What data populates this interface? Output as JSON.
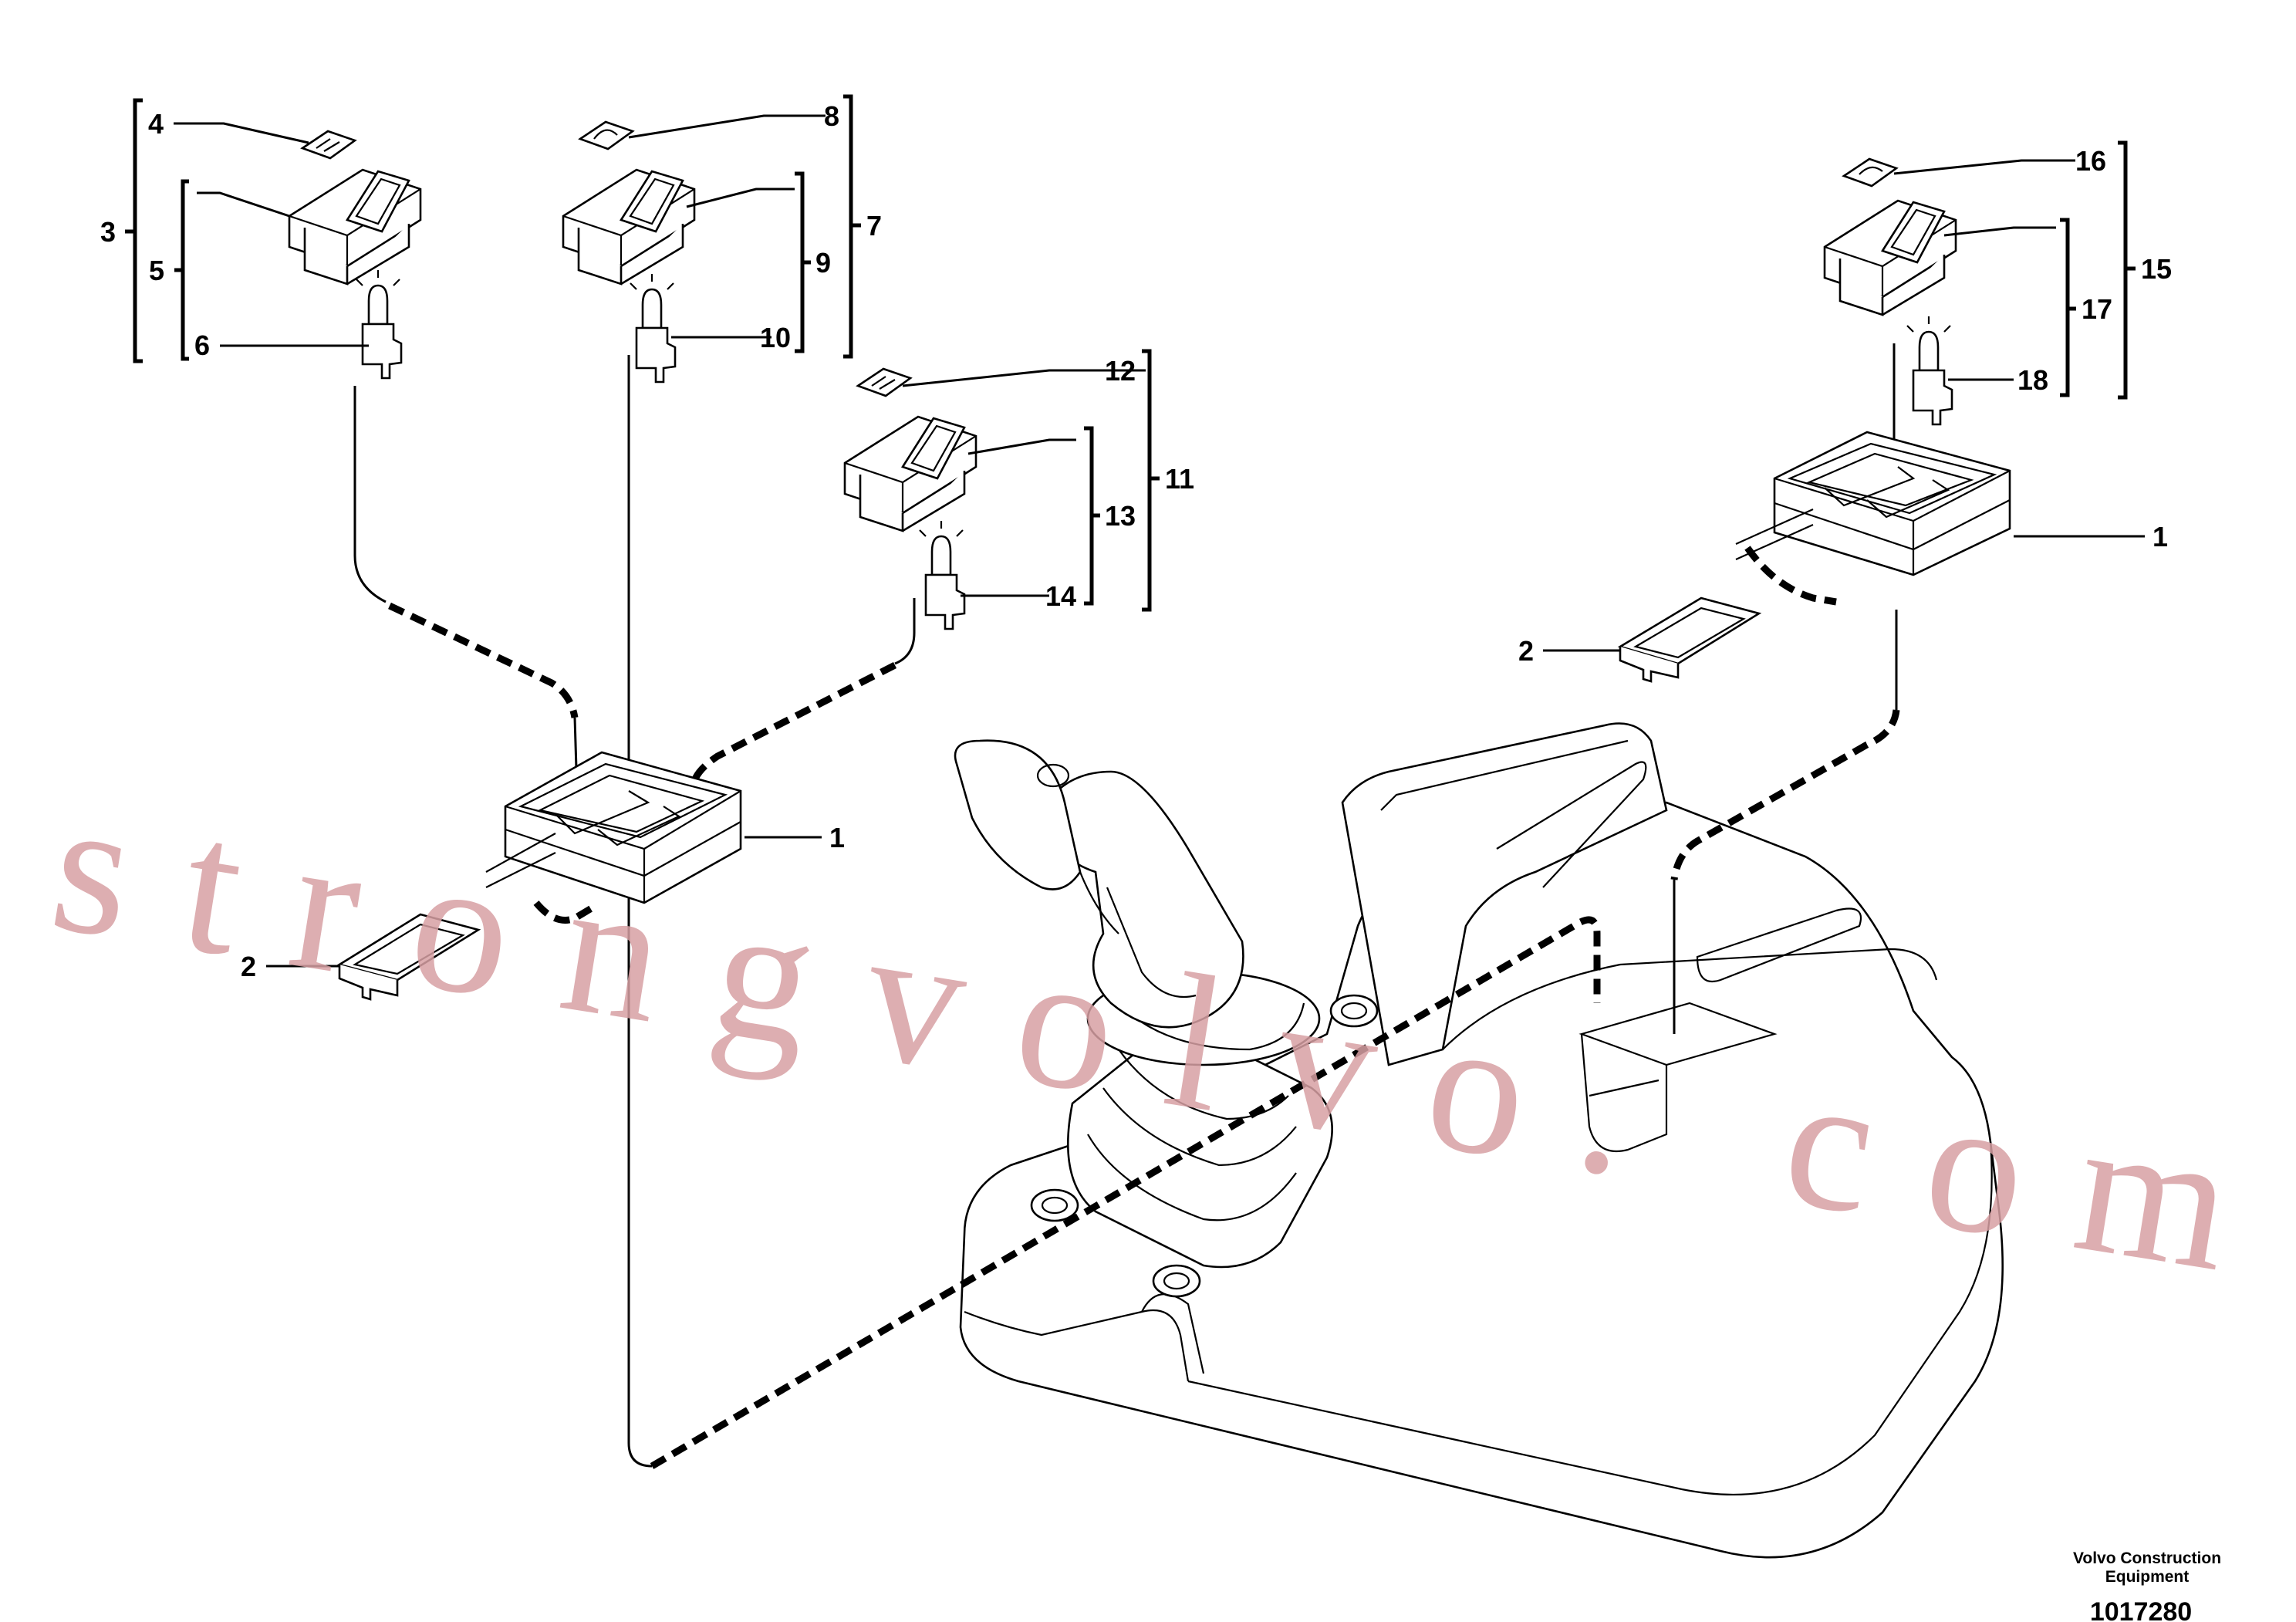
{
  "callouts": {
    "l1": "1",
    "l1b": "1",
    "l2": "2",
    "l2b": "2",
    "l3": "3",
    "l4": "4",
    "l5": "5",
    "l6": "6",
    "l7": "7",
    "l8": "8",
    "l9": "9",
    "l10": "10",
    "l11": "11",
    "l12": "12",
    "l13": "13",
    "l14": "14",
    "l15": "15",
    "l16": "16",
    "l17": "17",
    "l18": "18"
  },
  "caption": {
    "line1": "Volvo Construction",
    "line2": "Equipment"
  },
  "document_number": "1017280",
  "watermark": "strongvolvo. com"
}
